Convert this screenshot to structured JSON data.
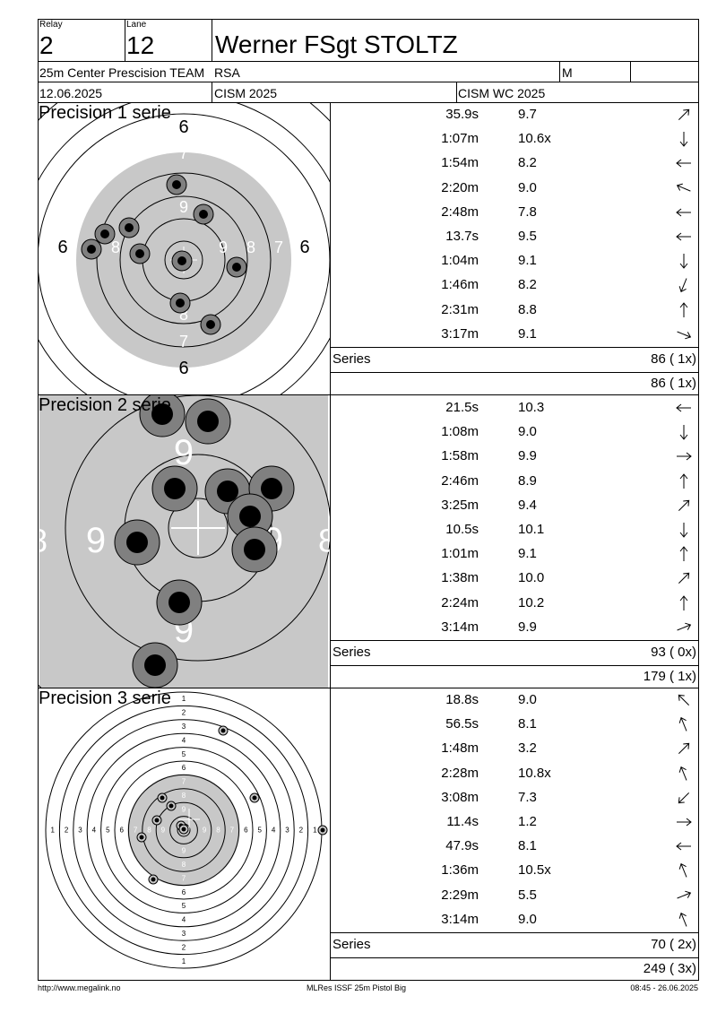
{
  "header": {
    "relay_label": "Relay",
    "relay_value": "2",
    "lane_label": "Lane",
    "lane_value": "12",
    "shooter_name": "Werner FSgt STOLTZ",
    "event_name": "25m Center Prescision TEAM",
    "nation": "RSA",
    "gender": "M",
    "date": "12.06.2025",
    "competition": "CISM 2025",
    "championship": "CISM WC 2025"
  },
  "series": [
    {
      "title": "Precision 1 serie",
      "shots": [
        {
          "time": "35.9s",
          "score": "9.7",
          "dir": "ne"
        },
        {
          "time": "1:07m",
          "score": "10.6x",
          "dir": "s"
        },
        {
          "time": "1:54m",
          "score": "8.2",
          "dir": "w"
        },
        {
          "time": "2:20m",
          "score": "9.0",
          "dir": "wnw"
        },
        {
          "time": "2:48m",
          "score": "7.8",
          "dir": "w"
        },
        {
          "time": "13.7s",
          "score": "9.5",
          "dir": "w"
        },
        {
          "time": "1:04m",
          "score": "9.1",
          "dir": "s"
        },
        {
          "time": "1:46m",
          "score": "8.2",
          "dir": "ssw"
        },
        {
          "time": "2:31m",
          "score": "8.8",
          "dir": "n"
        },
        {
          "time": "3:17m",
          "score": "9.1",
          "dir": "ese"
        }
      ],
      "series_label": "Series",
      "series_total": "86 ( 1x)",
      "cumulative_total": "86 ( 1x)",
      "target_labels": [
        "6",
        "7",
        "8",
        "9"
      ]
    },
    {
      "title": "Precision 2 serie",
      "shots": [
        {
          "time": "21.5s",
          "score": "10.3",
          "dir": "w"
        },
        {
          "time": "1:08m",
          "score": "9.0",
          "dir": "s"
        },
        {
          "time": "1:58m",
          "score": "9.9",
          "dir": "e"
        },
        {
          "time": "2:46m",
          "score": "8.9",
          "dir": "n"
        },
        {
          "time": "3:25m",
          "score": "9.4",
          "dir": "ne"
        },
        {
          "time": "10.5s",
          "score": "10.1",
          "dir": "s"
        },
        {
          "time": "1:01m",
          "score": "9.1",
          "dir": "n"
        },
        {
          "time": "1:38m",
          "score": "10.0",
          "dir": "ne"
        },
        {
          "time": "2:24m",
          "score": "10.2",
          "dir": "n"
        },
        {
          "time": "3:14m",
          "score": "9.9",
          "dir": "ene"
        }
      ],
      "series_label": "Series",
      "series_total": "93 ( 0x)",
      "cumulative_total": "179 ( 1x)",
      "target_labels": [
        "9",
        "8"
      ]
    },
    {
      "title": "Precision 3 serie",
      "shots": [
        {
          "time": "18.8s",
          "score": "9.0",
          "dir": "nw"
        },
        {
          "time": "56.5s",
          "score": "8.1",
          "dir": "nnw"
        },
        {
          "time": "1:48m",
          "score": "3.2",
          "dir": "ne"
        },
        {
          "time": "2:28m",
          "score": "10.8x",
          "dir": "nnw"
        },
        {
          "time": "3:08m",
          "score": "7.3",
          "dir": "sw"
        },
        {
          "time": "11.4s",
          "score": "1.2",
          "dir": "e"
        },
        {
          "time": "47.9s",
          "score": "8.1",
          "dir": "w"
        },
        {
          "time": "1:36m",
          "score": "10.5x",
          "dir": "nnw"
        },
        {
          "time": "2:29m",
          "score": "5.5",
          "dir": "ene"
        },
        {
          "time": "3:14m",
          "score": "9.0",
          "dir": "nnw"
        }
      ],
      "series_label": "Series",
      "series_total": "70 ( 2x)",
      "cumulative_total": "249 ( 3x)",
      "target_labels": [
        "1",
        "2",
        "3",
        "4",
        "5",
        "6",
        "7",
        "8",
        "9"
      ]
    }
  ],
  "footer": {
    "url": "http://www.megalink.no",
    "software": "MLRes ISSF 25m Pistol Big",
    "timestamp": "08:45 - 26.06.2025"
  }
}
